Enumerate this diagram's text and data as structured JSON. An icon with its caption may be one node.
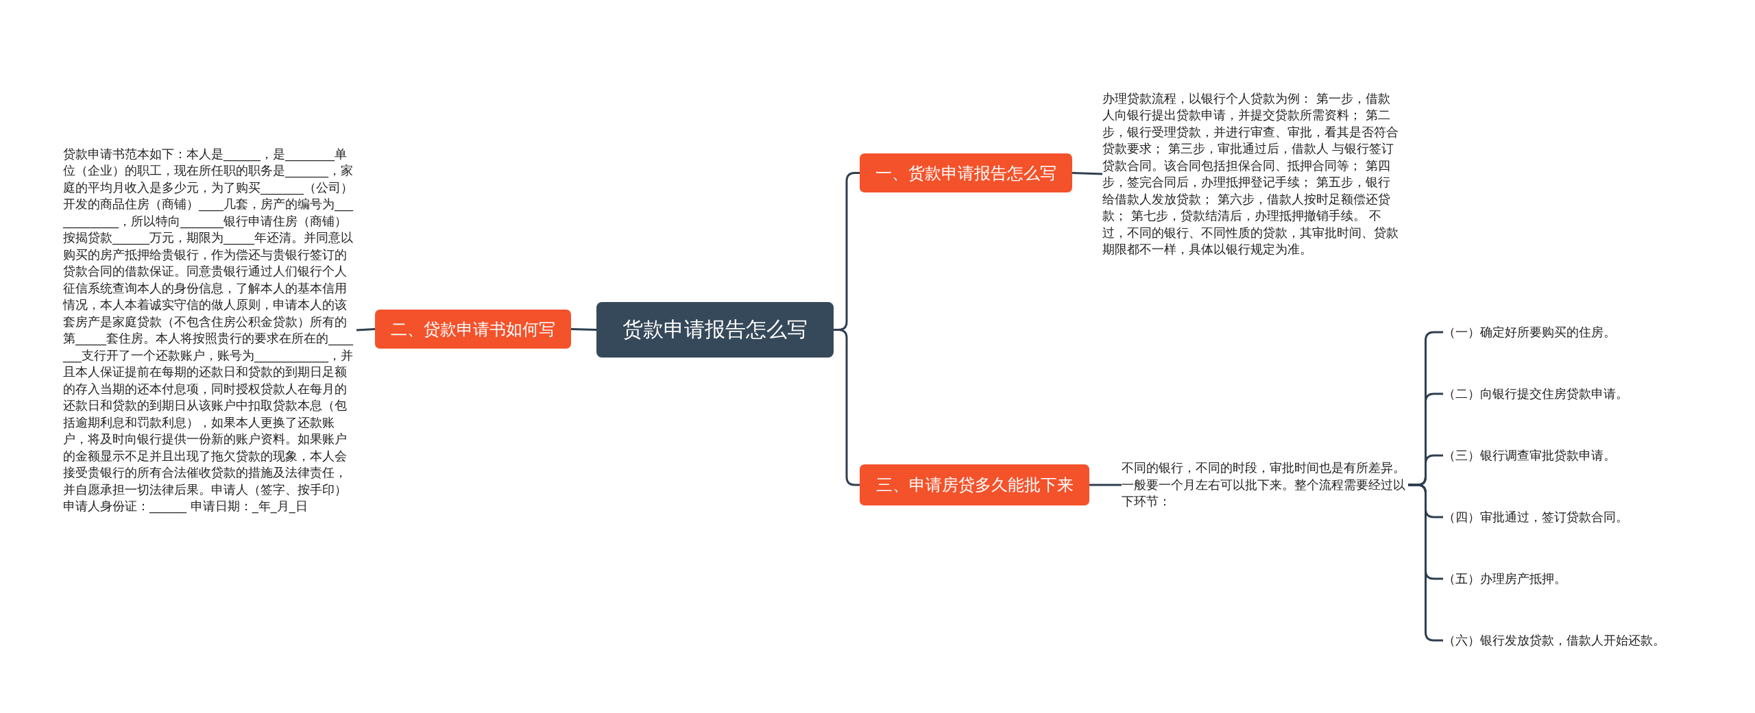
{
  "diagram": {
    "nodes": [
      {
        "text": [
          "货款申请报告怎么写"
        ]
      },
      {
        "text": [
          "一、货款申请报告怎么写"
        ]
      },
      {
        "text": [
          "办理贷款流程，以银行个人贷款为例： 第一步，借款人向银行提出贷款申请，并提交贷款所需资料； 第二步，银行受理贷款，并进行审查、审批，看其是否符合贷款要求； 第三步，审批通过后，借款人 与银行签订贷款合同。该合同包括担保合同、抵押合同等； 第四步，签完合同后，办理抵押登记手续； 第五步，银行给借款人发放贷款； 第六步，借款人按时足额偿还贷款； 第七步，贷款结清后，办理抵押撤销手续。 不过，不同的银行、不同性质的贷款，其审批时间、贷款期限都不一样，具体以银行规定为准。"
        ]
      },
      {
        "text": [
          "二、贷款申请书如何写"
        ]
      },
      {
        "text": [
          "贷款申请书范本如下：本人是______，是________单位（企业）的职工，现在所任职的职务是_______，家庭的平均月收入是多少元，为了购买_______（公司）开发的商品住房（商铺）____几套，房产的编号为____________，所以特向_______银行申请住房（商铺）按揭贷款______万元，期限为_____年还清。并同意以购买的房产抵押给贵银行，作为偿还与贵银行签订的贷款合同的借款保证。同意贵银行通过人们银行个人征信系统查询本人的身份信息，了解本人的基本信用情况，本人本着诚实守信的做人原则，申请本人的该套房产是家庭贷款（不包含住房公积金贷款）所有的第_____套住房。本人将按照贵行的要求在所在的_______支行开了一个还款账户，账号为____________，并且本人保证提前在每期的还款日和贷款的到期日足额的存入当期的还本付息项，同时授权贷款人在每月的还款日和贷款的到期日从该账户中扣取贷款本息（包括逾期利息和罚款利息），如果本人更换了还款账户，将及时向银行提供一份新的账户资料。如果账户的金额显示不足并且出现了拖欠贷款的现象，本人会接受贵银行的所有合法催收贷款的措施及法律责任，并自愿承担一切法律后果。申请人（签字、按手印）申请人身份证：______ 申请日期：_年_月_日"
        ]
      },
      {
        "text": [
          "三、申请房贷多久能批下来"
        ]
      },
      {
        "text": [
          "不同的银行，不同的时段，审批时间也是有所差异。一般要一个月左右可以批下来。整个流程需要经过以下环节："
        ]
      },
      {
        "text": [
          "（一）确定好所要购买的住房。"
        ]
      },
      {
        "text": [
          "（二）向银行提交住房贷款申请。"
        ]
      },
      {
        "text": [
          "（三）银行调查审批贷款申请。"
        ]
      },
      {
        "text": [
          "（四）审批通过，签订贷款合同。"
        ]
      },
      {
        "text": [
          "（五）办理房产抵押。"
        ]
      },
      {
        "text": [
          "（六）银行发放贷款，借款人开始还款。"
        ]
      }
    ],
    "edges": [
      {
        "from": 0,
        "to": 1,
        "arrow": "none"
      },
      {
        "from": 1,
        "to": 2,
        "arrow": "none"
      },
      {
        "from": 0,
        "to": 3,
        "arrow": "none"
      },
      {
        "from": 3,
        "to": 4,
        "arrow": "none"
      },
      {
        "from": 0,
        "to": 5,
        "arrow": "none"
      },
      {
        "from": 5,
        "to": 6,
        "arrow": "none"
      },
      {
        "from": 6,
        "to": 7,
        "arrow": "none"
      },
      {
        "from": 6,
        "to": 8,
        "arrow": "none"
      },
      {
        "from": 6,
        "to": 9,
        "arrow": "none"
      },
      {
        "from": 6,
        "to": 10,
        "arrow": "none"
      },
      {
        "from": 6,
        "to": 11,
        "arrow": "none"
      },
      {
        "from": 6,
        "to": 12,
        "arrow": "none"
      }
    ]
  }
}
